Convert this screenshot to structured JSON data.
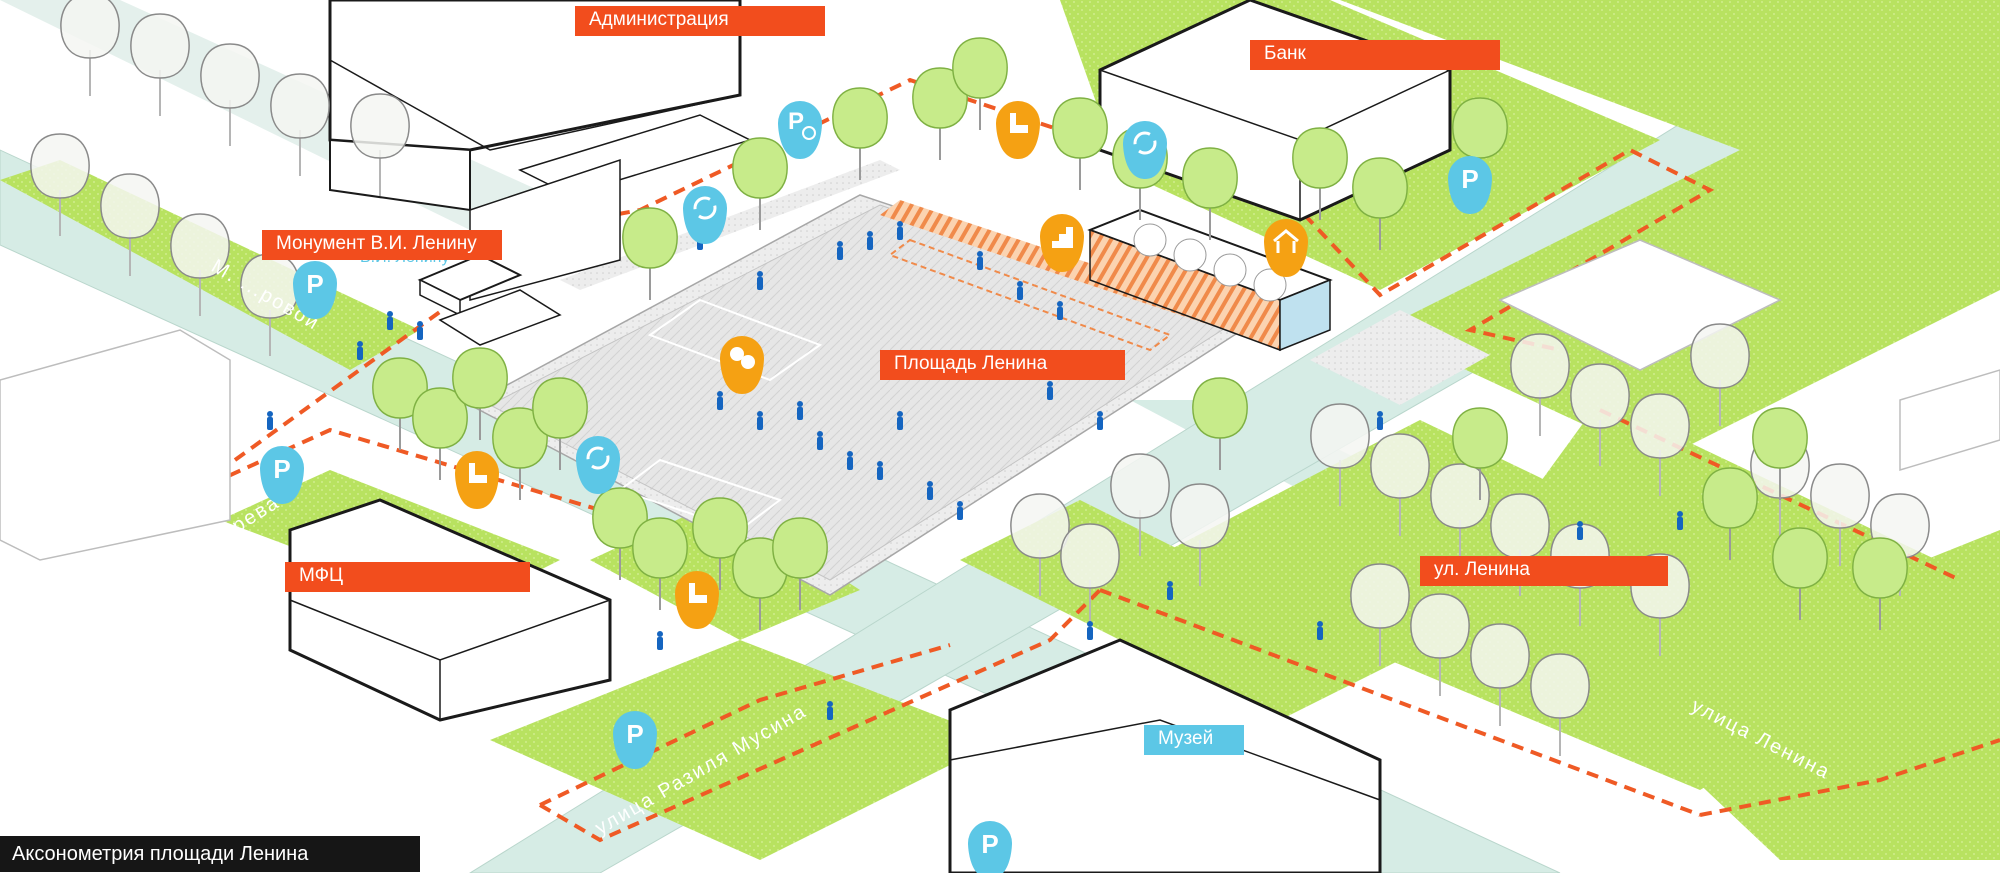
{
  "title": "Аксонометрия площади Ленина",
  "labels": {
    "administration": "Администрация",
    "bank": "Банк",
    "monument": "Монумент В.И. Ленину",
    "square": "Площадь Ленина",
    "mfc": "МФЦ",
    "lenin_st_label": "ул. Ленина",
    "museum": "Музей"
  },
  "streets": {
    "lenin": "улица Ленина",
    "rasil_musin": "улица Разиля Мусина",
    "chevereva": "улица Чеверева",
    "m_partial": "М. ...ровой",
    "monument_partial": "В.И. Ленину"
  },
  "pins": [
    {
      "kind": "parking",
      "color": "#5cc7e6",
      "glyph": "P"
    },
    {
      "kind": "parking-time",
      "color": "#5cc7e6",
      "glyph": "P"
    },
    {
      "kind": "recycle",
      "color": "#5cc7e6",
      "glyph": "⟳"
    },
    {
      "kind": "seating",
      "color": "#f5a113",
      "glyph": "seat"
    },
    {
      "kind": "stairs",
      "color": "#f5a113",
      "glyph": "stairs"
    },
    {
      "kind": "pavilion",
      "color": "#f5a113",
      "glyph": "pavilion"
    },
    {
      "kind": "theater",
      "color": "#f5a113",
      "glyph": "masks"
    }
  ],
  "colors": {
    "accent_red": "#f24d1d",
    "accent_blue": "#5cc7e6",
    "accent_orange": "#f5a113",
    "green_lawn": "#b5e15c",
    "road": "#d8ede6"
  }
}
